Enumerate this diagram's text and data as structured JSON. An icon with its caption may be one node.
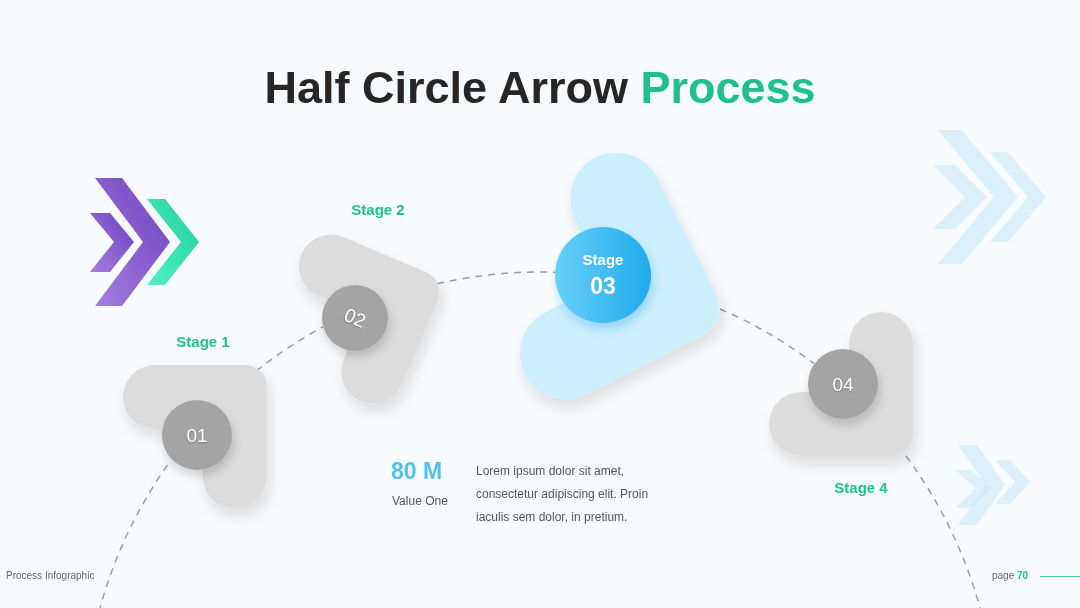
{
  "diagram": {
    "title": "Half Circle Arrow Process",
    "nodes": [
      {
        "text": [
          "Stage 1",
          "01"
        ]
      },
      {
        "text": [
          "Stage 2",
          "02"
        ]
      },
      {
        "text": [
          "Stage",
          "03"
        ]
      },
      {
        "text": [
          "04",
          "Stage 4"
        ]
      }
    ],
    "edges": [
      {
        "from": null,
        "to": 0,
        "arrow": "none",
        "style": "dashed"
      },
      {
        "from": 0,
        "to": 1,
        "arrow": "none",
        "style": "dashed"
      },
      {
        "from": 1,
        "to": 2,
        "arrow": "none",
        "style": "dashed"
      },
      {
        "from": 2,
        "to": 3,
        "arrow": "none",
        "style": "dashed"
      },
      {
        "from": 3,
        "to": null,
        "arrow": "none",
        "style": "dashed"
      }
    ],
    "labels": [
      "80 M",
      "Value One",
      "Lorem ipsum dolor sit amet, consectetur adipiscing elit. Proin iaculis sem dolor, in pretium.",
      "Process Infographic",
      "page **70**"
    ]
  }
}
